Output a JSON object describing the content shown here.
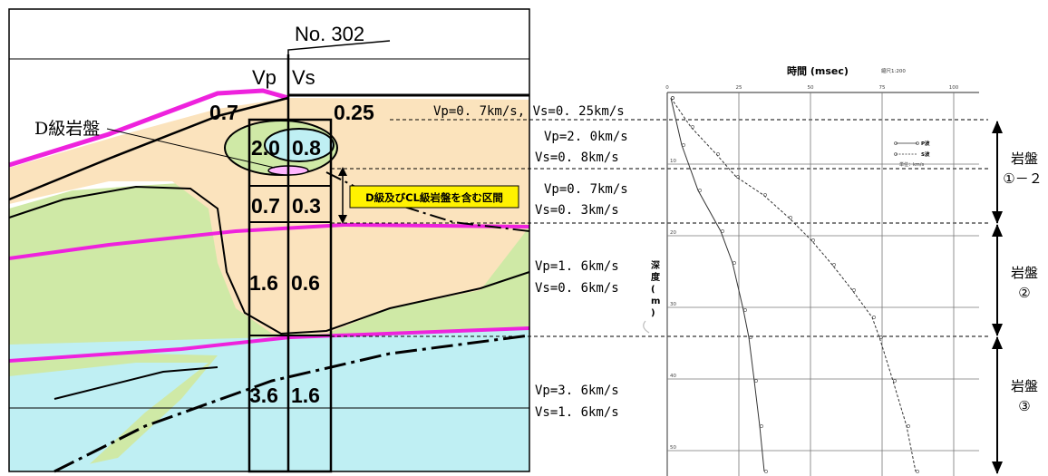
{
  "section": {
    "borehole": "No. 302",
    "col_vp": "Vp",
    "col_vs": "Vs",
    "d_grade_label": "D級岩盤",
    "callout": "D級及びCL級岩盤を含む区間",
    "values": [
      {
        "vp": "0.7",
        "vs": "0.25"
      },
      {
        "vp": "2.0",
        "vs": "0.8"
      },
      {
        "vp": "0.7",
        "vs": "0.3"
      },
      {
        "vp": "1.6",
        "vs": "0.6"
      },
      {
        "vp": "3.6",
        "vs": "1.6"
      }
    ]
  },
  "velocity_labels": [
    {
      "line1": "Vp=0. 7km/s, Vs=0. 25km/s",
      "line2": ""
    },
    {
      "line1": "Vp=2. 0km/s",
      "line2": "Vs=0. 8km/s"
    },
    {
      "line1": "Vp=0. 7km/s",
      "line2": "Vs=0. 3km/s"
    },
    {
      "line1": "Vp=1. 6km/s",
      "line2": "Vs=0. 6km/s"
    },
    {
      "line1": "Vp=3. 6km/s",
      "line2": "Vs=1. 6km/s"
    }
  ],
  "travel_time_chart": {
    "title": "時間 (msec)",
    "scale": "縮尺1:200",
    "ylabel": "深度(m)",
    "x_ticks": [
      "0",
      "25",
      "50",
      "75",
      "100"
    ],
    "y_ticks": [
      "10",
      "20",
      "30",
      "40",
      "50"
    ],
    "legend": [
      {
        "name": "P波"
      },
      {
        "name": "S波"
      }
    ],
    "legend_note": "単位：km/s"
  },
  "rock_zones": [
    {
      "line1": "岩盤",
      "line2": "①－２"
    },
    {
      "line1": "岩盤",
      "line2": "②"
    },
    {
      "line1": "岩盤",
      "line2": "③"
    }
  ],
  "colors": {
    "magenta": "#ee22dd",
    "tan": "#fbe3bd",
    "light_green": "#cfe9a6",
    "cyan": "#bfeff3",
    "callout_yellow": "#fff200"
  }
}
